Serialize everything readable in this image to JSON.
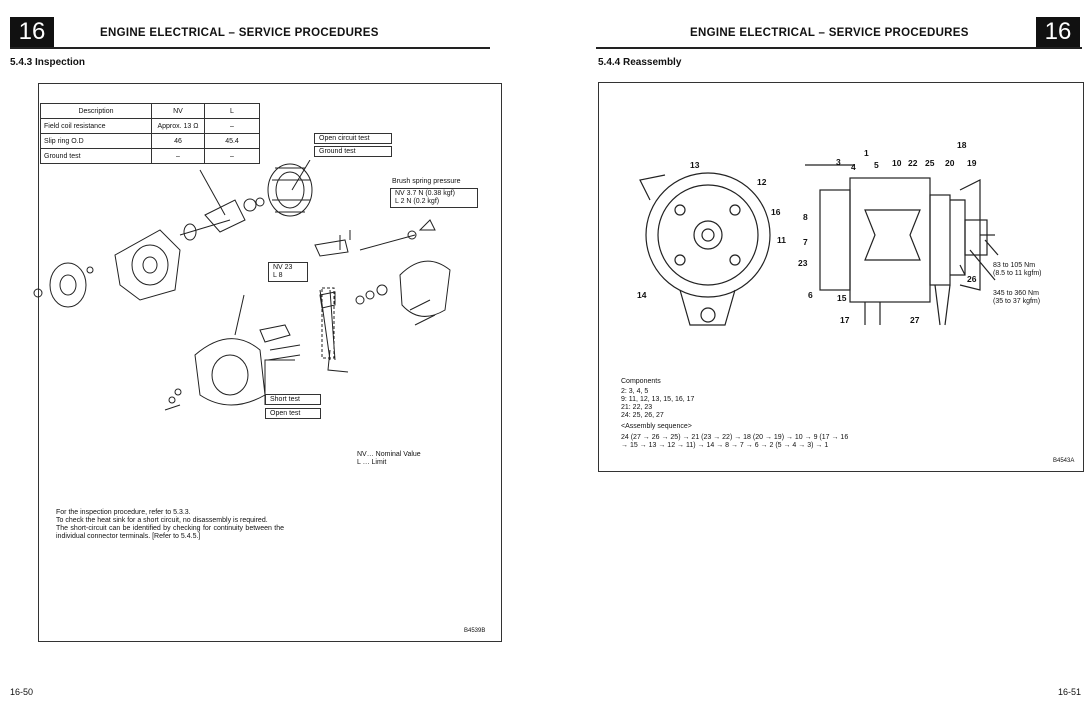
{
  "left_page": {
    "section_number": "16",
    "header_title": "ENGINE ELECTRICAL – SERVICE PROCEDURES",
    "section_title": "5.4.3  Inspection",
    "spec_table": {
      "headers": [
        "Description",
        "NV",
        "L"
      ],
      "rows": [
        [
          "Field coil resistance",
          "Approx. 13 Ω",
          "–"
        ],
        [
          "Slip ring O.D",
          "46",
          "45.4"
        ],
        [
          "Ground test",
          "–",
          "–"
        ]
      ]
    },
    "callouts": {
      "open_circuit_test": "Open circuit test",
      "ground_test": "Ground test",
      "brush_spring_title": "Brush spring pressure",
      "brush_spring_nv": "NV 3.7 N (0.38 kgf)",
      "brush_spring_l": "L   2 N (0.2 kgf)",
      "brush_nv": "NV  23",
      "brush_l": "L    8",
      "short_test": "Short test",
      "open_test": "Open test"
    },
    "legend": [
      "NV… Nominal Value",
      "L  … Limit"
    ],
    "notes": [
      "For the inspection procedure, refer to 5.3.3.",
      "To check the heat sink for a short circuit, no disassembly is required.",
      "The short-circuit can be identified by checking for continuity between the individual connector terminals. [Refer to 5.4.5.]"
    ],
    "figure_code": "B4539B",
    "page_number": "16-50"
  },
  "right_page": {
    "section_number": "16",
    "header_title": "ENGINE ELECTRICAL – SERVICE PROCEDURES",
    "section_title": "5.4.4  Reassembly",
    "part_labels": [
      "13",
      "12",
      "16",
      "11",
      "14",
      "1",
      "3",
      "4",
      "5",
      "10",
      "22",
      "25",
      "18",
      "20",
      "19",
      "8",
      "7",
      "23",
      "6",
      "15",
      "17",
      "27",
      "26"
    ],
    "torques": [
      "83 to 105 Nm",
      "(8.5 to 11 kgfm)",
      "345 to 360 Nm",
      "(35 to 37 kgfm)"
    ],
    "components_title": "Components",
    "components": [
      "2:   3, 4, 5",
      "9:   11, 12, 13, 15, 16, 17",
      "21:  22, 23",
      "24:  25, 26, 27"
    ],
    "sequence_title": "<Assembly sequence>",
    "sequence": [
      "24 (27 → 26 → 25) → 21 (23 → 22) → 18 (20 → 19) → 10 → 9 (17 → 16",
      "→ 15 → 13 → 12 → 11) → 14 → 8 → 7 → 6 → 2 (5 → 4 → 3) → 1"
    ],
    "figure_code": "B4543A",
    "page_number": "16-51"
  }
}
